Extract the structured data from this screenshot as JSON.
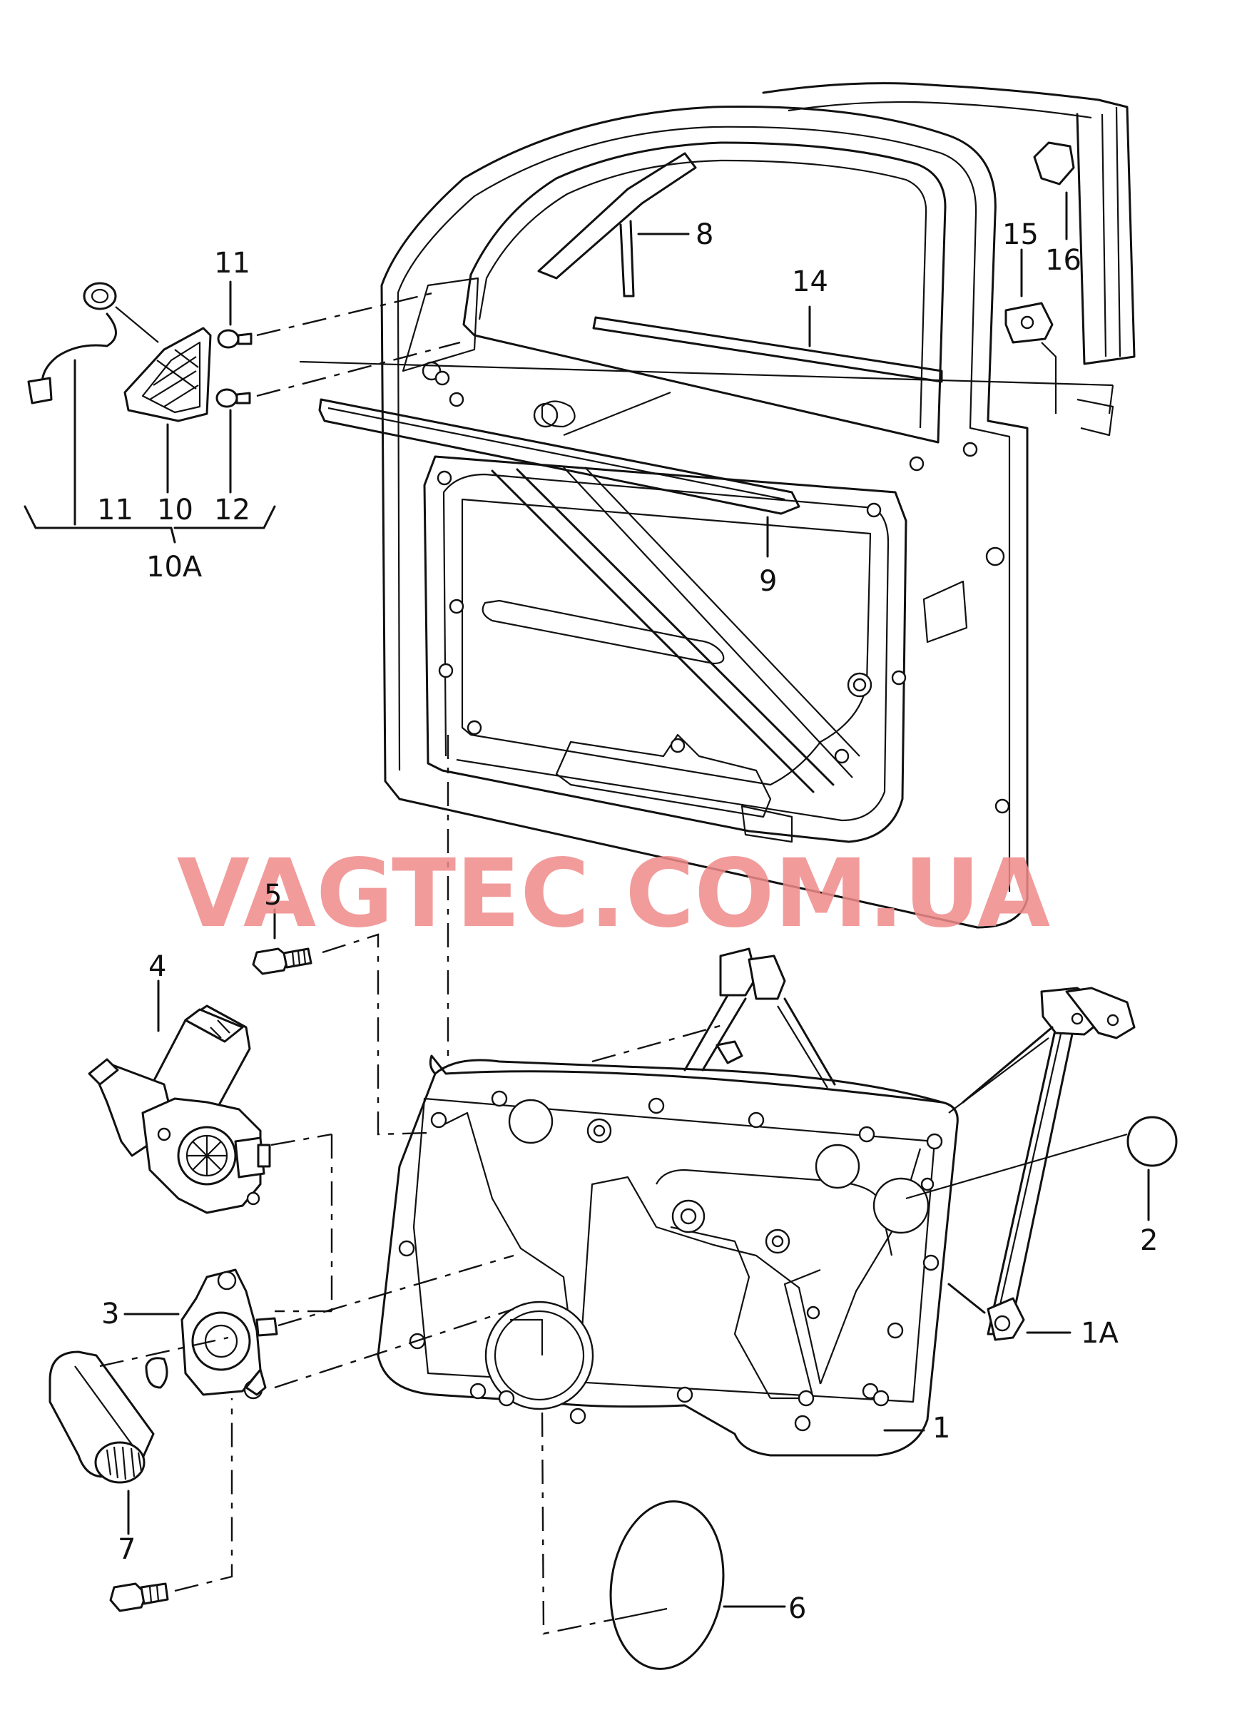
{
  "watermark": "VAGTEC.COM.UA",
  "labels": {
    "l1": "1",
    "l1A": "1A",
    "l2": "2",
    "l3": "3",
    "l4": "4",
    "l5": "5",
    "l6": "6",
    "l7": "7",
    "l8": "8",
    "l9": "9",
    "l10": "10",
    "l10A": "10A",
    "l11_top": "11",
    "l11_group": "11",
    "l10_group": "10",
    "l12": "12",
    "l12_group": "12",
    "l14": "14",
    "l15": "15",
    "l16": "16"
  },
  "colors": {
    "line": "#111111",
    "watermark": "#f08a8a",
    "background": "#ffffff"
  }
}
